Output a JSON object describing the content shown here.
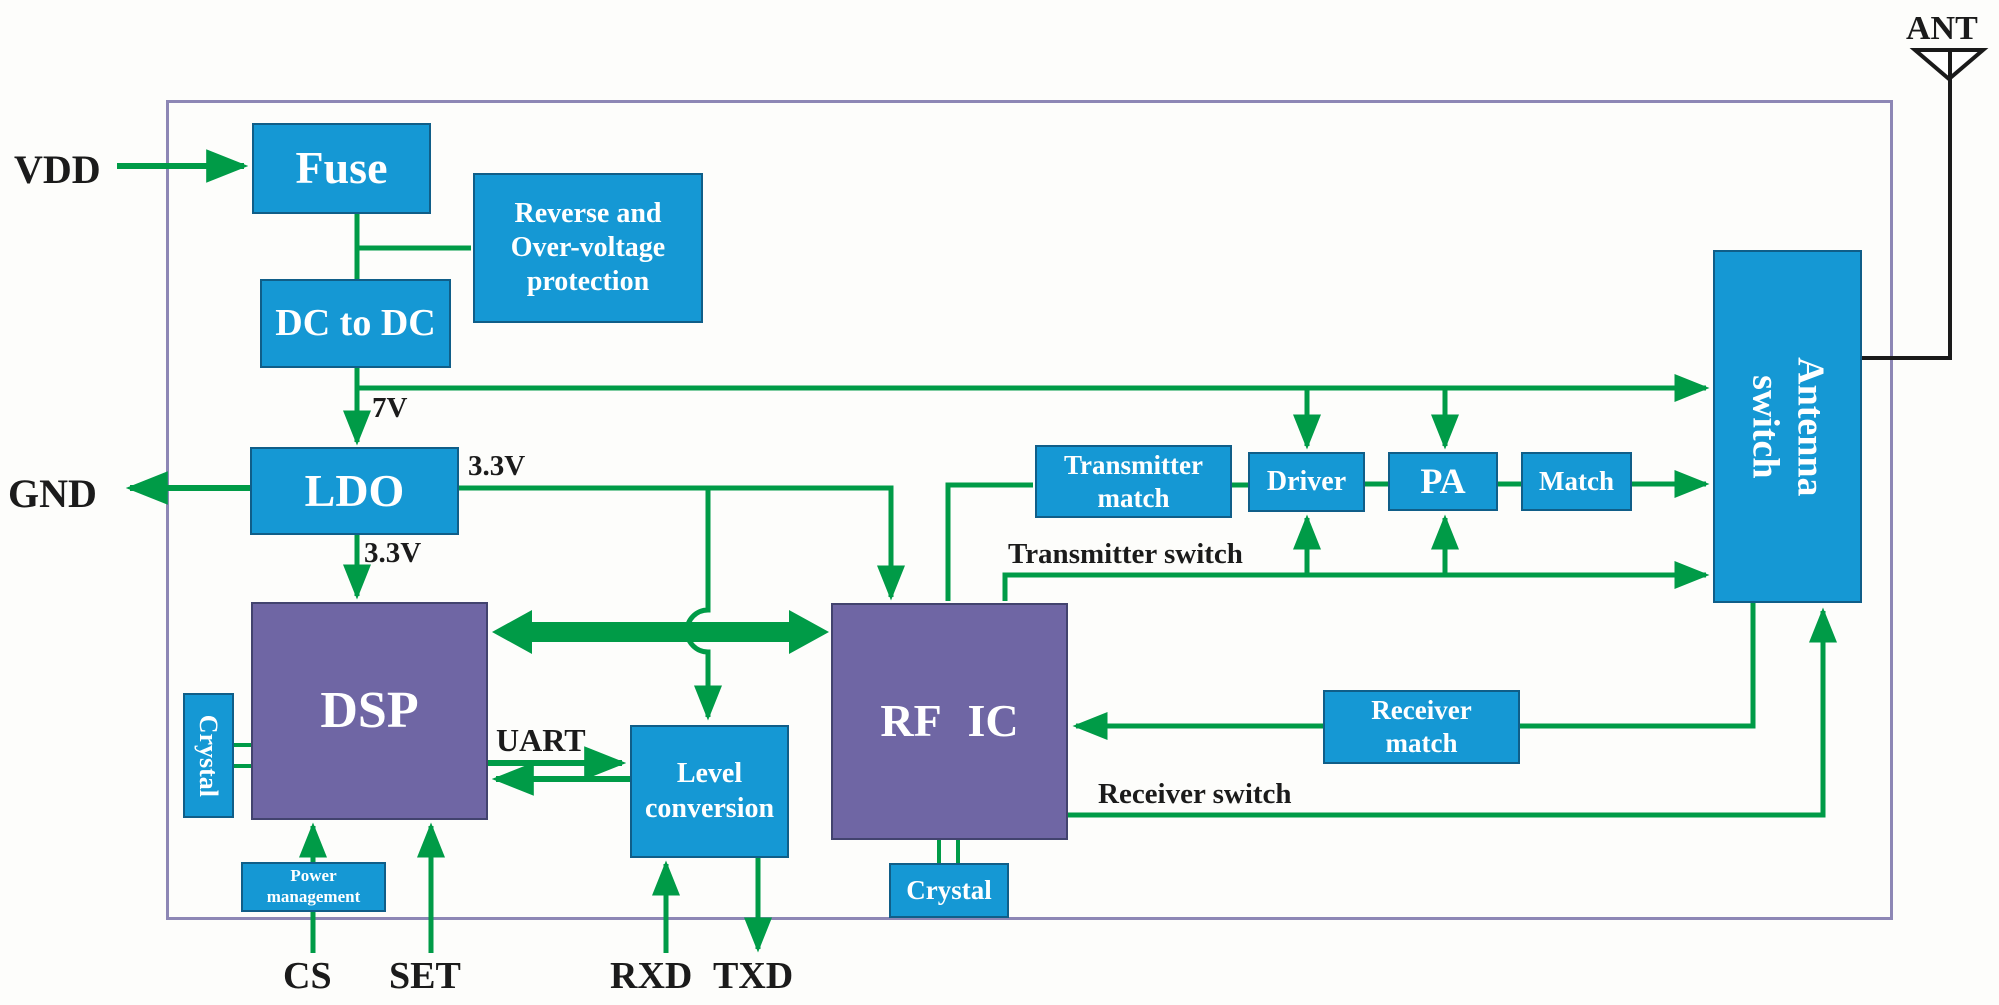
{
  "diagram": {
    "blocks": {
      "fuse": "Fuse",
      "reverse_protection": "Reverse and\nOver-voltage\nprotection",
      "dc_to_dc": "DC to DC",
      "ldo": "LDO",
      "crystal_dsp": "Crystal",
      "power_management": "Power\nmanagement",
      "dsp": "DSP",
      "level_conversion": "Level\nconversion",
      "rf_ic": "RF IC",
      "crystal_rf": "Crystal",
      "transmitter_match": "Transmitter\nmatch",
      "driver": "Driver",
      "pa": "PA",
      "match": "Match",
      "receiver_match": "Receiver\nmatch",
      "antenna_switch": "Antenna\nswitch"
    },
    "ports": {
      "vdd": "VDD",
      "gnd": "GND",
      "ant": "ANT",
      "cs": "CS",
      "set": "SET",
      "rxd": "RXD",
      "txd": "TXD"
    },
    "wire_labels": {
      "v7": "7V",
      "v33_right": "3.3V",
      "v33_down": "3.3V",
      "uart": "UART",
      "tx_switch": "Transmitter switch",
      "rx_switch": "Receiver switch"
    },
    "colors": {
      "block_blue": "#1598d4",
      "block_purple": "#6f66a4",
      "wire_green": "#009b47",
      "frame_border": "#8d87b5",
      "ant_wire": "#1a1a1a",
      "text_dark": "#1b1b1b",
      "box_text": "#ffffff"
    }
  }
}
